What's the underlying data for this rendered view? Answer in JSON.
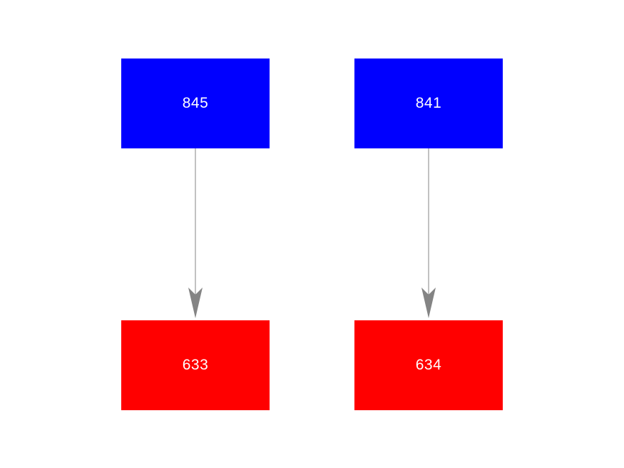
{
  "diagram": {
    "background": "#ffffff",
    "arrow_color": "#848484",
    "node_text_color": "#ffffff",
    "nodes": [
      {
        "id": "845",
        "label": "845",
        "color": "#0000ff",
        "row": "top",
        "column": "left"
      },
      {
        "id": "841",
        "label": "841",
        "color": "#0000ff",
        "row": "top",
        "column": "right"
      },
      {
        "id": "633",
        "label": "633",
        "color": "#ff0000",
        "row": "bottom",
        "column": "left"
      },
      {
        "id": "634",
        "label": "634",
        "color": "#ff0000",
        "row": "bottom",
        "column": "right"
      }
    ],
    "edges": [
      {
        "from": "845",
        "to": "633"
      },
      {
        "from": "841",
        "to": "634"
      }
    ]
  }
}
